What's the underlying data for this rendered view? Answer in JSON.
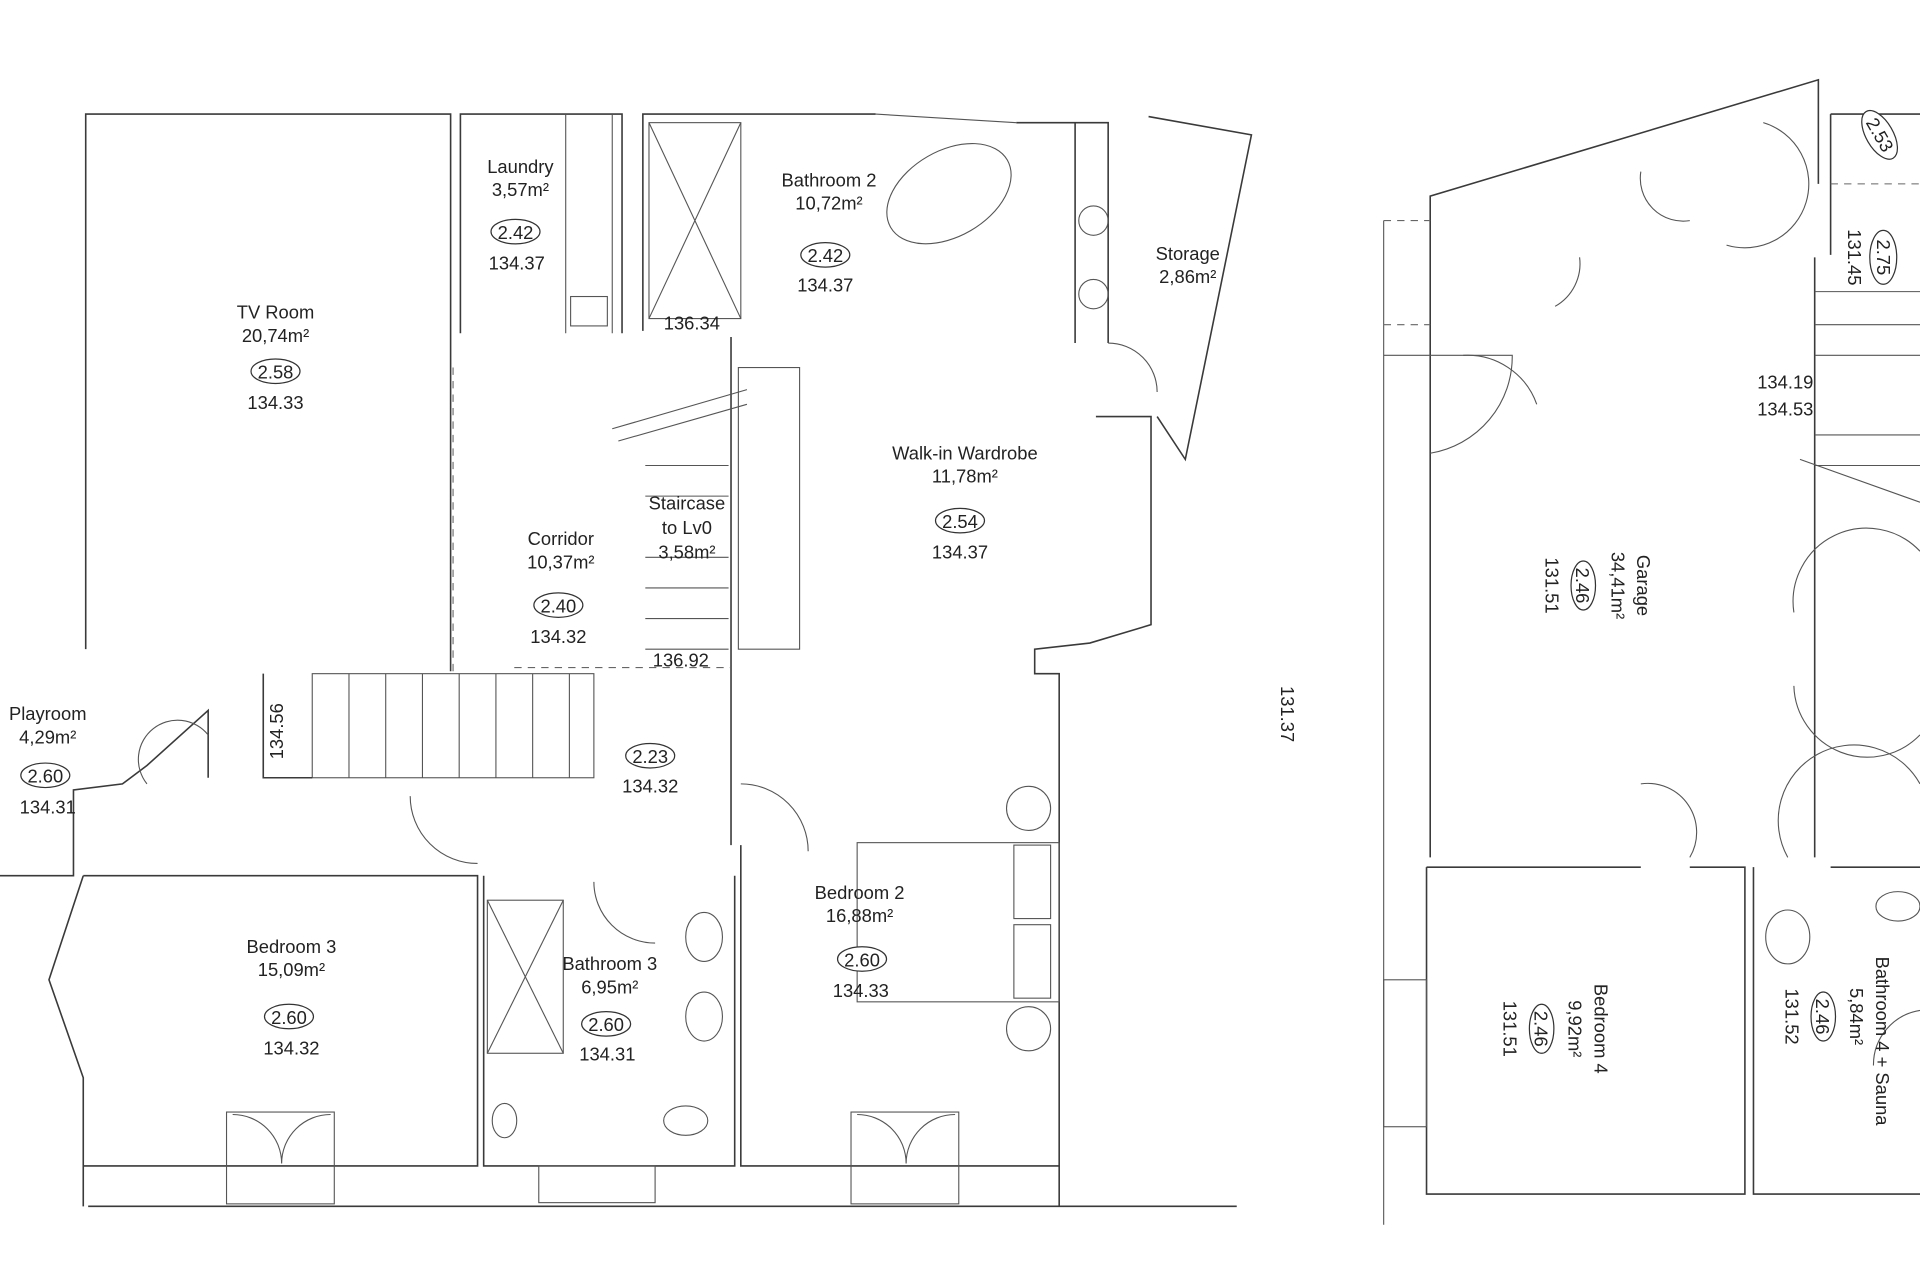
{
  "floor_plan_left": {
    "rooms": [
      {
        "name": "Laundry",
        "area": "3,57m²",
        "height": "2.42",
        "level": "134.37"
      },
      {
        "name": "Bathroom 2",
        "area": "10,72m²",
        "height": "2.42",
        "level": "134.37"
      },
      {
        "name": "Storage",
        "area": "2,86m²"
      },
      {
        "name": "TV Room",
        "area": "20,74m²",
        "height": "2.58",
        "level": "134.33"
      },
      {
        "name": "Walk-in Wardrobe",
        "area": "11,78m²",
        "height": "2.54",
        "level": "134.37"
      },
      {
        "name_line1": "Staircase",
        "name_line2": "to Lv0",
        "area": "3,58m²"
      },
      {
        "name": "Corridor",
        "area": "10,37m²",
        "height": "2.40",
        "level": "134.32"
      },
      {
        "name": "Playroom",
        "area": "4,29m²",
        "height": "2.60",
        "level": "134.31"
      },
      {
        "name": "Bedroom 3",
        "area": "15,09m²",
        "height": "2.60",
        "level": "134.32"
      },
      {
        "name": "Bathroom 3",
        "area": "6,95m²",
        "height": "2.60",
        "level": "134.31"
      },
      {
        "name": "Bedroom 2",
        "area": "16,88m²",
        "height": "2.60",
        "level": "134.33"
      }
    ],
    "hall": {
      "height": "2.23",
      "level": "134.32"
    },
    "spot_levels": [
      "136.34",
      "136.92",
      "134.56"
    ]
  },
  "between_plans_level": "131.37",
  "floor_plan_right": {
    "rooms": [
      {
        "name": "Garage",
        "area": "34,41m²",
        "height": "2.46",
        "level": "131.51"
      },
      {
        "name": "Bedroom 4",
        "area": "9,92m²",
        "height": "2.46",
        "level": "131.51"
      },
      {
        "name": "Bathroom 4 + Sauna",
        "area": "5,84m²",
        "height": "2.46",
        "level": "131.52"
      }
    ],
    "top_height": "2.53",
    "stair_height": "2.75",
    "stair_level": "131.45",
    "stair_levels": [
      "134.19",
      "134.53"
    ]
  }
}
